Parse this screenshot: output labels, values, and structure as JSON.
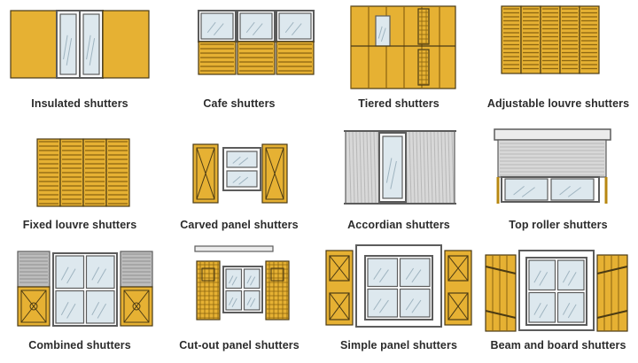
{
  "colors": {
    "wood": "#e6b133",
    "wood_dark": "#b88812",
    "outline": "#4a3a14",
    "frame": "#5c5c5c",
    "glass": "#dde8ee",
    "glass_line": "#9fb4c0",
    "fabric": "#d8d8d8",
    "louvre_line": "#8a6410",
    "text": "#2b2b2b"
  },
  "diagram": {
    "items": [
      {
        "key": "insulated",
        "label": "Insulated shutters",
        "icon": "insulated-shutters-icon"
      },
      {
        "key": "cafe",
        "label": "Cafe shutters",
        "icon": "cafe-shutters-icon"
      },
      {
        "key": "tiered",
        "label": "Tiered shutters",
        "icon": "tiered-shutters-icon"
      },
      {
        "key": "adjustable",
        "label": "Adjustable louvre shutters",
        "icon": "adjustable-louvre-shutters-icon"
      },
      {
        "key": "fixed",
        "label": "Fixed louvre shutters",
        "icon": "fixed-louvre-shutters-icon"
      },
      {
        "key": "carved",
        "label": "Carved panel shutters",
        "icon": "carved-panel-shutters-icon"
      },
      {
        "key": "accordian",
        "label": "Accordian shutters",
        "icon": "accordian-shutters-icon"
      },
      {
        "key": "toproller",
        "label": "Top roller shutters",
        "icon": "top-roller-shutters-icon"
      },
      {
        "key": "combined",
        "label": "Combined shutters",
        "icon": "combined-shutters-icon"
      },
      {
        "key": "cutout",
        "label": "Cut-out panel shutters",
        "icon": "cut-out-panel-shutters-icon"
      },
      {
        "key": "simple",
        "label": "Simple panel shutters",
        "icon": "simple-panel-shutters-icon"
      },
      {
        "key": "beam",
        "label": "Beam and board shutters",
        "icon": "beam-and-board-shutters-icon"
      }
    ]
  }
}
